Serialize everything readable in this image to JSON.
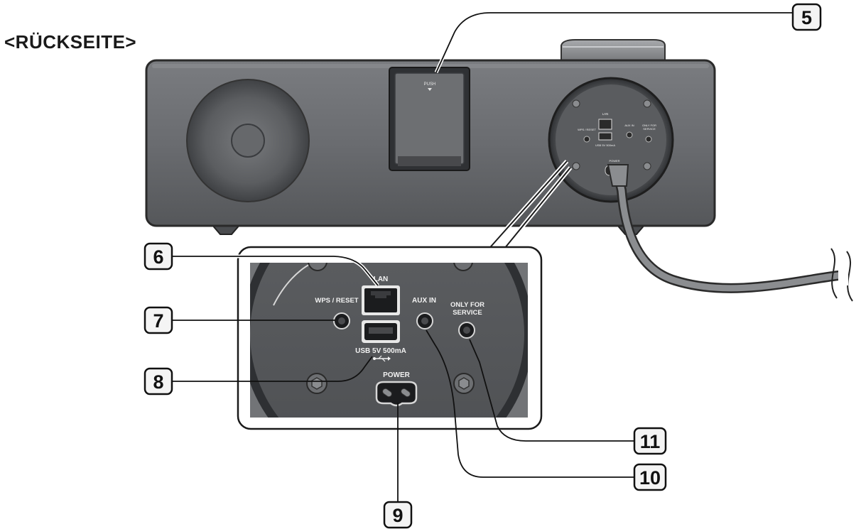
{
  "heading": "<RÜCKSEITE>",
  "callouts": {
    "n5": "5",
    "n6": "6",
    "n7": "7",
    "n8": "8",
    "n9": "9",
    "n10": "10",
    "n11": "11"
  },
  "device_labels": {
    "push": "PUSH",
    "lan": "LAN",
    "wps_reset": "WPS / RESET",
    "aux_in": "AUX IN",
    "only_for": "ONLY FOR",
    "service": "SERVICE",
    "usb": "USB 5V 500mA",
    "power": "POWER"
  },
  "colors": {
    "body": "#6b6d70",
    "body_dark": "#3e4043",
    "panel": "#58595c",
    "callout_box": "#f4f4f4"
  }
}
